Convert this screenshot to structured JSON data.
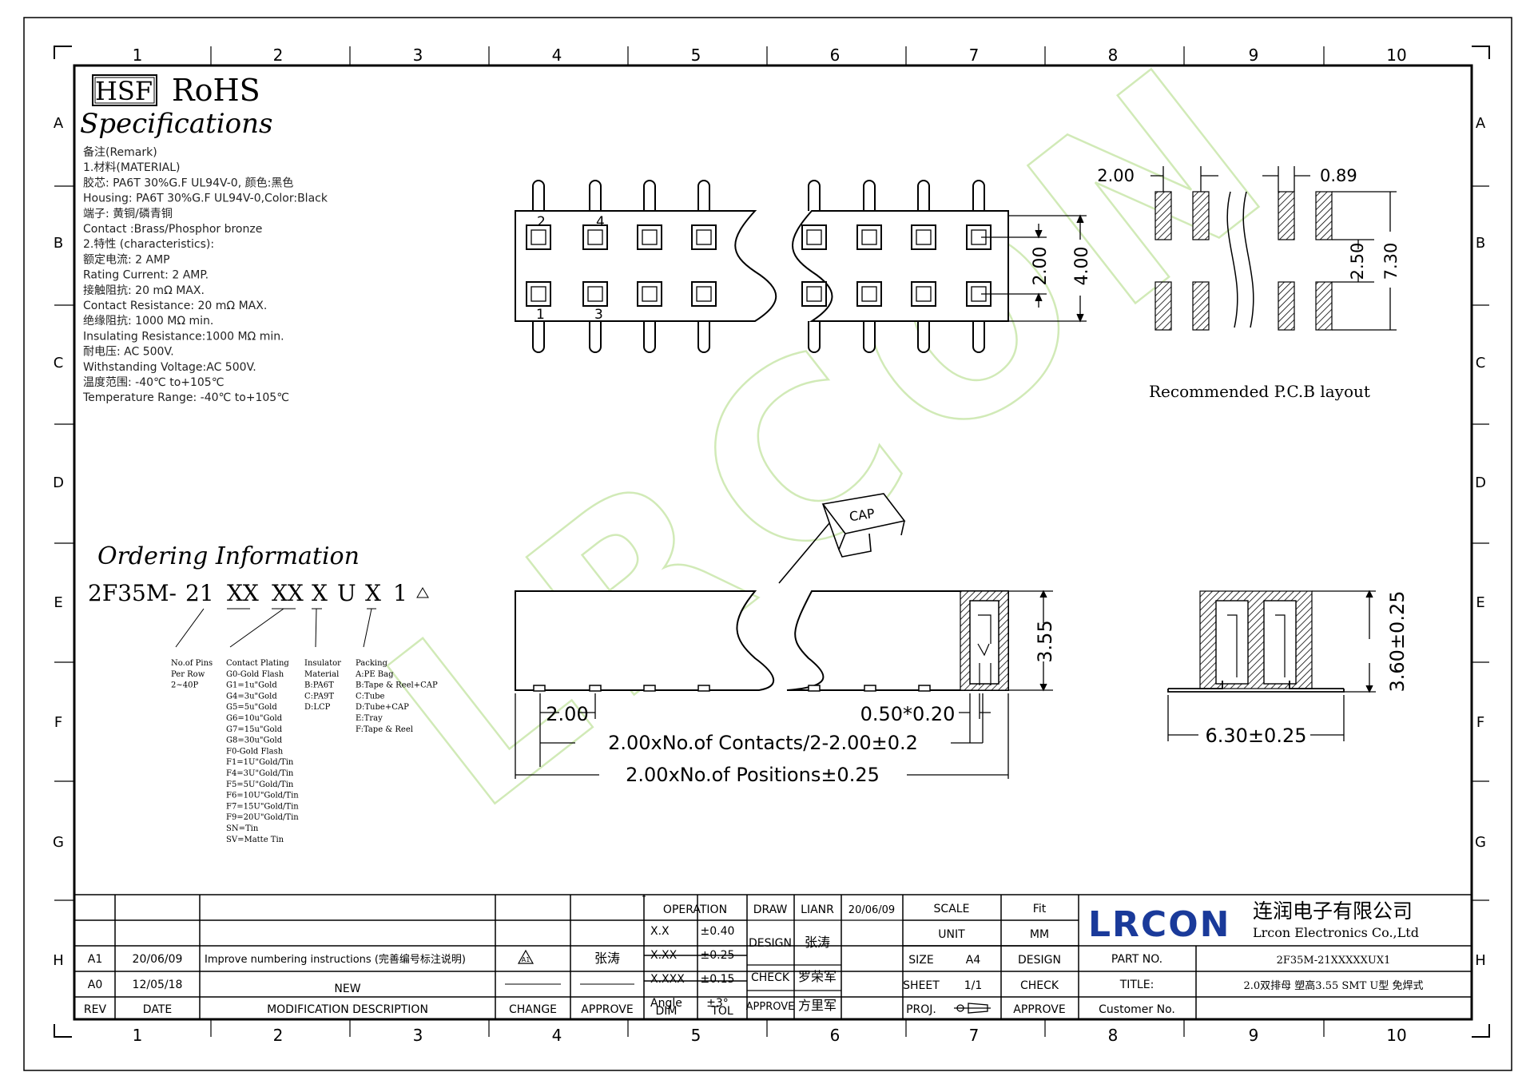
{
  "header": {
    "hsf": "HSF",
    "rohs": "RoHS",
    "specifications": "Specifications"
  },
  "grid": {
    "columns": [
      "1",
      "2",
      "3",
      "4",
      "5",
      "6",
      "7",
      "8",
      "9",
      "10"
    ],
    "rows": [
      "A",
      "B",
      "C",
      "D",
      "E",
      "F",
      "G",
      "H"
    ]
  },
  "remarks": [
    "备注(Remark)",
    "1.材料(MATERIAL)",
    "胶芯: PA6T 30%G.F UL94V-0, 颜色:黑色",
    "Housing: PA6T 30%G.F UL94V-0,Color:Black",
    "端子: 黄铜/磷青铜",
    "Contact :Brass/Phosphor bronze",
    "2.特性 (characteristics):",
    "额定电流: 2 AMP",
    "Rating Current: 2 AMP.",
    "接触阻抗: 20 mΩ MAX.",
    "Contact Resistance: 20 mΩ MAX.",
    "绝缘阻抗: 1000 MΩ min.",
    "Insulating Resistance:1000 MΩ min.",
    "耐电压: AC 500V.",
    "Withstanding Voltage:AC 500V.",
    "温度范围: -40℃ to+105℃",
    "Temperature Range: -40℃ to+105℃"
  ],
  "top_view": {
    "pin_labels": [
      "2",
      "4",
      "1",
      "3"
    ],
    "dim_row_pitch": "2.00",
    "dim_pin_length": "4.00"
  },
  "pcb_layout": {
    "dim_pitch": "2.00",
    "dim_pad_width": "0.89",
    "dim_pad_gap": "2.50",
    "dim_overall": "7.30",
    "caption": "Recommended P.C.B layout"
  },
  "watermark": "LRCON",
  "cap_label": "CAP",
  "ordering": {
    "title": "Ordering Information",
    "code": "2F35M- 21 XX XX X U X 1",
    "code_parts": [
      "2F35M-",
      "21",
      "XX",
      "XX",
      "X",
      "U",
      "X",
      "1"
    ],
    "pins": [
      "No.of Pins",
      "Per Row",
      "2~40P"
    ],
    "plating": [
      "Contact Plating",
      "G0-Gold Flash",
      "G1=1u\"Gold",
      "G4=3u\"Gold",
      "G5=5u\"Gold",
      "G6=10u\"Gold",
      "G7=15u\"Gold",
      "G8=30u\"Gold",
      "F0-Gold Flash",
      "F1=1U\"Gold/Tin",
      "F4=3U\"Gold/Tin",
      "F5=5U\"Gold/Tin",
      "F6=10U\"Gold/Tin",
      "F7=15U\"Gold/Tin",
      "F9=20U\"Gold/Tin",
      "SN=Tin",
      "SV=Matte Tin"
    ],
    "insulator": [
      "Insulator",
      "Material",
      "B:PA6T",
      "C:PA9T",
      "D:LCP"
    ],
    "packing": [
      "Packing",
      "A:PE Bag",
      "B:Tape & Reel+CAP",
      "C:Tube",
      "D:Tube+CAP",
      "E:Tray",
      "F:Tape & Reel"
    ]
  },
  "side_view": {
    "dim_height": "3.55",
    "dim_pitch": "2.00",
    "dim_contact": "0.50*0.20",
    "dim_contacts": "2.00xNo.of Contacts/2-2.00±0.2",
    "dim_positions": "2.00xNo.of Positions±0.25"
  },
  "end_view": {
    "dim_height": "3.60±0.25",
    "dim_width": "6.30±0.25"
  },
  "title_block": {
    "revisions": [
      {
        "rev": "A1",
        "date": "20/06/09",
        "desc": "Improve numbering instructions (完善编号标注说明)",
        "approve": "张涛"
      },
      {
        "rev": "A0",
        "date": "12/05/18",
        "desc": "NEW",
        "approve": ""
      }
    ],
    "headers": {
      "rev": "REV",
      "date": "DATE",
      "desc": "MODIFICATION DESCRIPTION",
      "change": "CHANGE",
      "approve": "APPROVE"
    },
    "tolerance": {
      "operation": "OPERATION",
      "rows": [
        {
          "dim": "X.X",
          "tol": "±0.40"
        },
        {
          "dim": "X.XX",
          "tol": "±0.25"
        },
        {
          "dim": "X.XXX",
          "tol": "±0.15"
        },
        {
          "dim": "Angle",
          "tol": "±3°"
        }
      ],
      "dim": "DIM",
      "tol": "TOL"
    },
    "signoff": {
      "draw": "DRAW",
      "draw_name": "LIANR",
      "draw_date": "20/06/09",
      "design": "DESIGN",
      "design_name": "张涛",
      "check": "CHECK",
      "check_name": "罗荣军",
      "approve": "APPROVE",
      "approve_name": "方里军"
    },
    "info": {
      "scale": "SCALE",
      "scale_val": "Fit",
      "unit": "UNIT",
      "unit_val": "MM",
      "size": "SIZE",
      "size_val": "A4",
      "design": "DESIGN",
      "sheet": "SHEET",
      "sheet_val": "1/1",
      "check": "CHECK",
      "proj": "PROJ.",
      "approve": "APPROVE"
    },
    "company": {
      "logo": "LRCON",
      "name_cn": "连润电子有限公司",
      "name_en": "Lrcon Electronics Co.,Ltd"
    },
    "part": {
      "part_no_label": "PART NO.",
      "part_no": "2F35M-21XXXXXUX1",
      "title_label": "TITLE:",
      "title": "2.0双排母 塑高3.55 SMT U型 免焊式",
      "customer_label": "Customer No."
    }
  },
  "colors": {
    "line": "#000000",
    "watermark": "#cde8b0",
    "logo": "#1a3a9a"
  }
}
